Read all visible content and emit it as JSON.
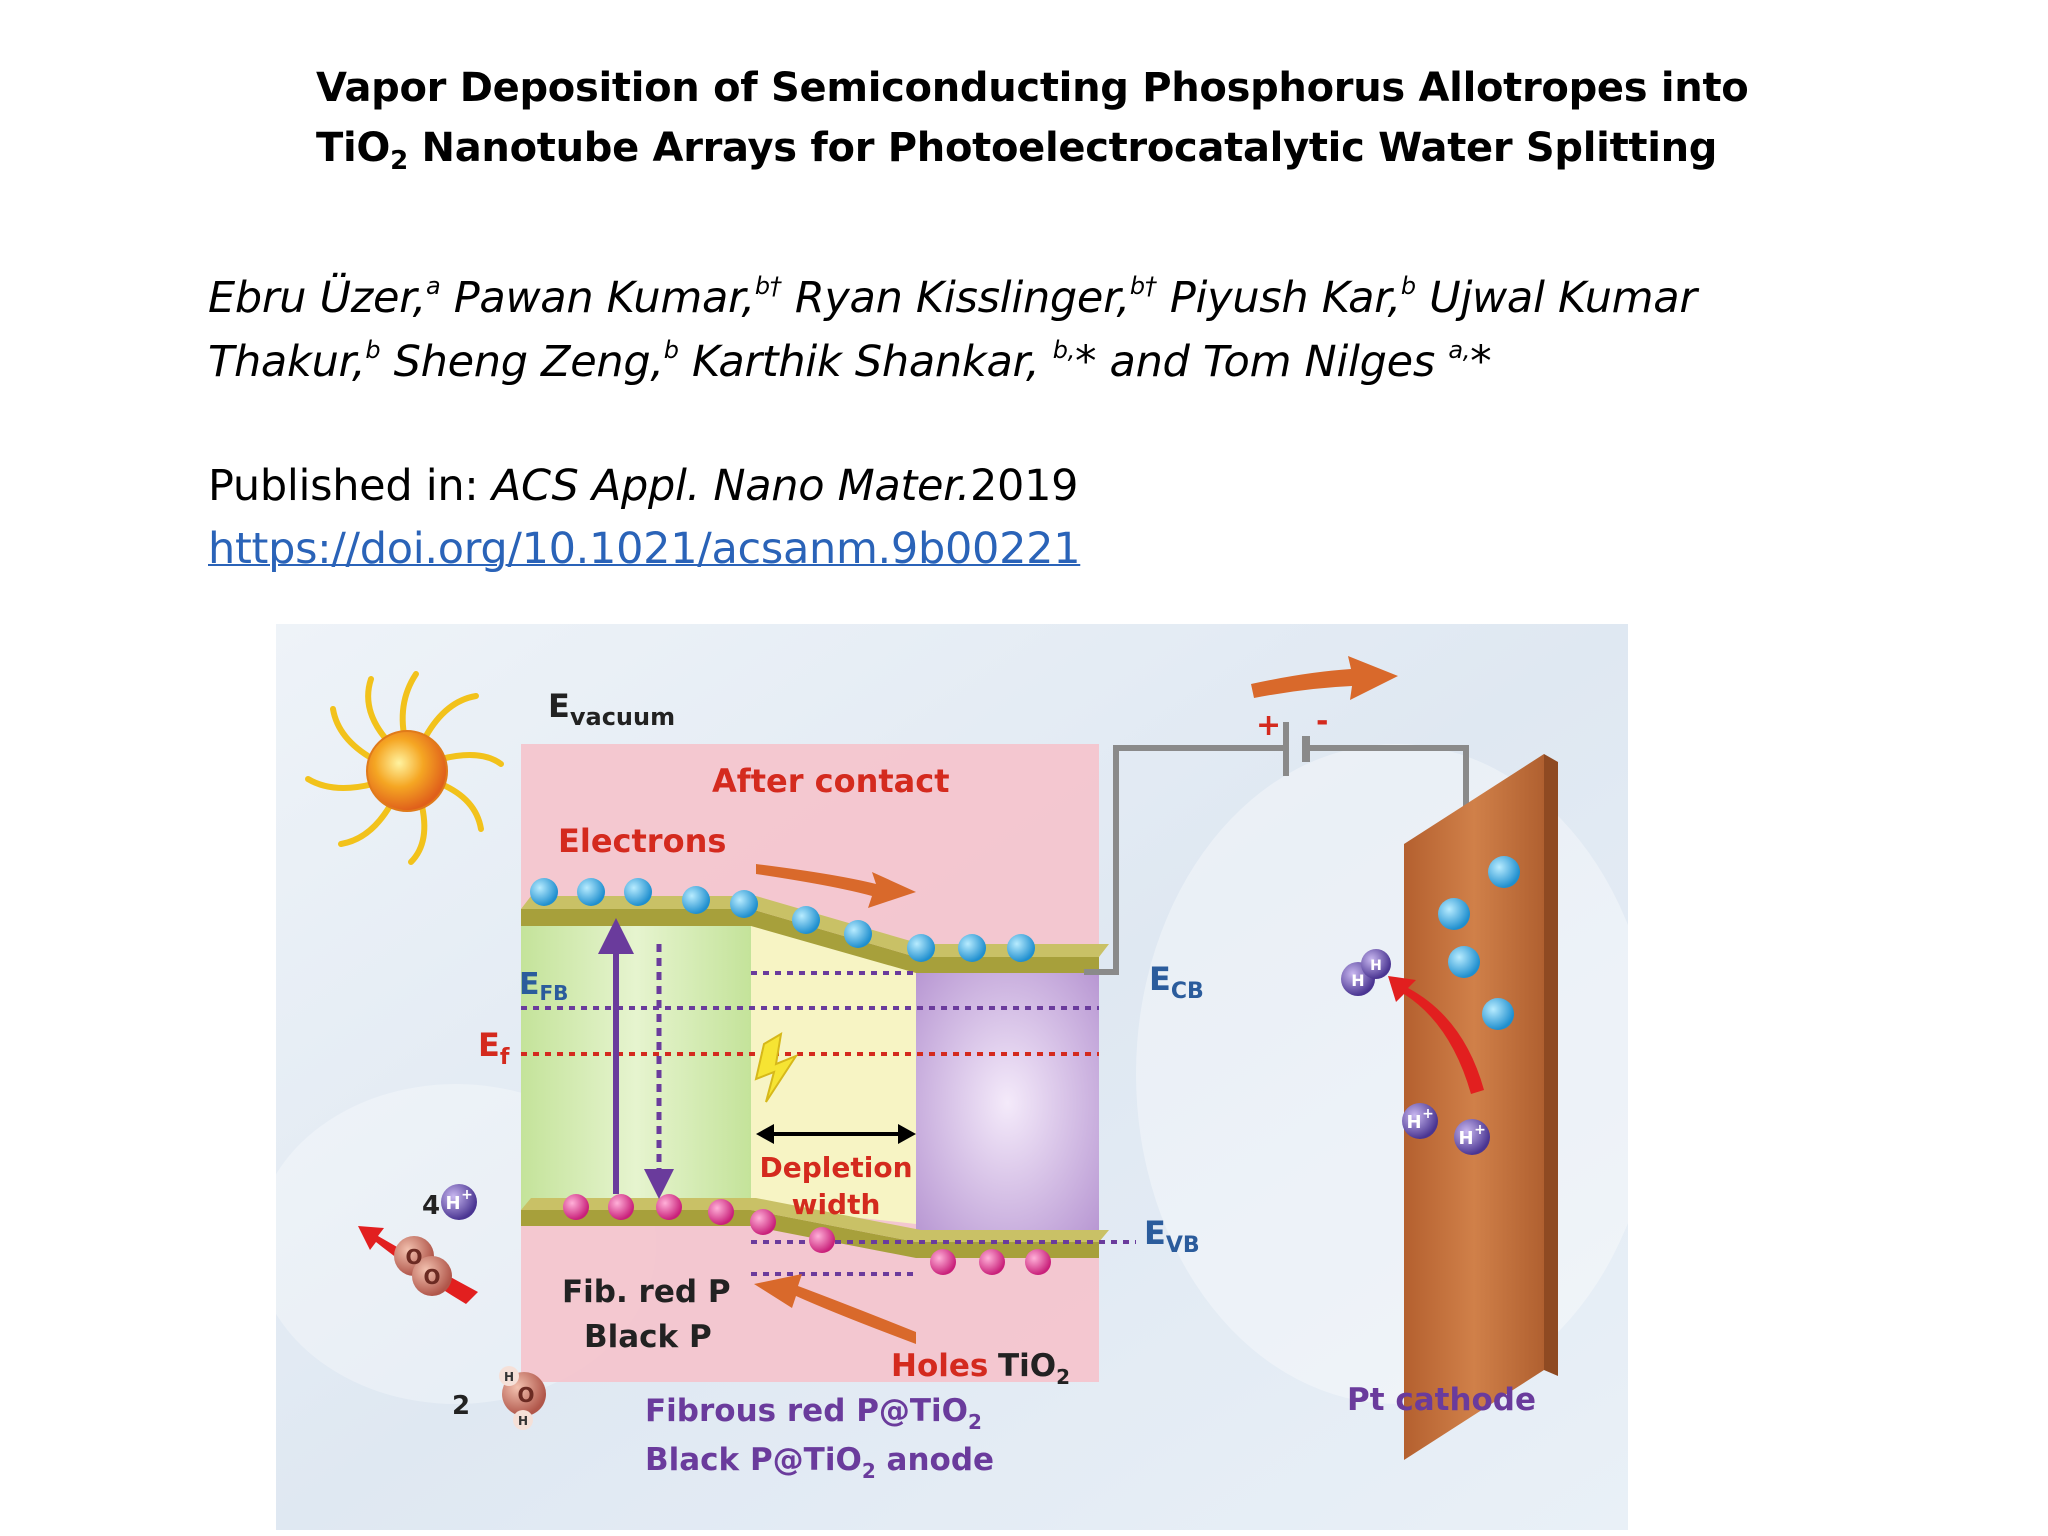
{
  "title": {
    "line1": "Vapor Deposition of Semiconducting Phosphorus Allotropes into",
    "line2_pre": "TiO",
    "line2_sub": "2",
    "line2_post": " Nanotube Arrays for Photoelectrocatalytic Water Splitting"
  },
  "authors": [
    {
      "name": "Ebru Üzer,",
      "sup": "a"
    },
    {
      "name": " Pawan Kumar,",
      "sup": "b†"
    },
    {
      "name": " Ryan Kisslinger,",
      "sup": "b†"
    },
    {
      "name": " Piyush Kar,",
      "sup": "b"
    },
    {
      "name": " Ujwal Kumar Thakur,",
      "sup": "b"
    },
    {
      "name": " Sheng Zeng,",
      "sup": "b"
    },
    {
      "name": " Karthik Shankar, ",
      "sup": "b,"
    },
    {
      "name": "* and Tom Nilges ",
      "sup": "a,"
    },
    {
      "name": "*",
      "sup": ""
    }
  ],
  "publication": {
    "prefix": "Published in: ",
    "journal": "ACS Appl. Nano Mater.",
    "year": "2019",
    "doi": "https://doi.org/10.1021/acsanm.9b00221"
  },
  "figure": {
    "e_vacuum": "E",
    "e_vacuum_sub": "vacuum",
    "after_contact": "After contact",
    "electrons": "Electrons",
    "e_fb": "E",
    "e_fb_sub": "FB",
    "e_f": "E",
    "e_f_sub": "f",
    "e_cb": "E",
    "e_cb_sub": "CB",
    "e_vb": "E",
    "e_vb_sub": "VB",
    "depletion_1": "Depletion",
    "depletion_2": "width",
    "fib_red_p": "Fib. red P",
    "black_p": "Black P",
    "holes": "Holes",
    "tio2": "TiO",
    "tio2_sub": "2",
    "anode_1": "Fibrous red P@TiO",
    "anode_1_sub": "2",
    "anode_2_pre": "Black P@TiO",
    "anode_2_sub": "2",
    "anode_2_post": "  anode",
    "pt_cathode": "Pt cathode",
    "plus": "+",
    "minus": "-",
    "h_plus": "H",
    "h_plus_sup": "+",
    "four": "4",
    "two": "2",
    "o": "O",
    "h": "H",
    "colors": {
      "pink_box": "#f5c3cc",
      "green_region": "#c9e7a6",
      "yellow_region": "#f7f4c4",
      "purple_region": "#c4a8d8",
      "band": "#a7a03b",
      "electron": "#2fa8df",
      "hole": "#e0358f",
      "cathode": "#c8733e",
      "label_red": "#d42a1e",
      "label_purple": "#6a3b9c",
      "label_blue": "#2b5c9c",
      "arrow_orange": "#d9692b"
    }
  }
}
